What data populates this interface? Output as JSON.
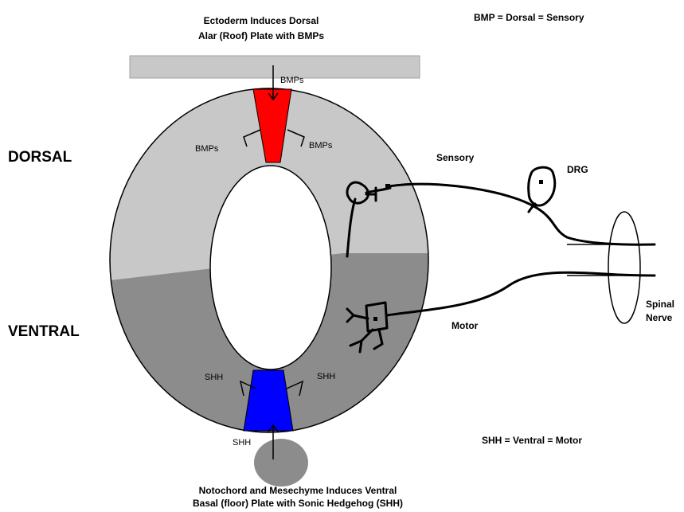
{
  "labels": {
    "top_title_line1": "Ectoderm Induces Dorsal",
    "top_title_line2": "Alar (Roof) Plate with BMPs",
    "bmp_legend": "BMP = Dorsal = Sensory",
    "shh_legend": "SHH = Ventral = Motor",
    "dorsal": "DORSAL",
    "ventral": "VENTRAL",
    "bmps_top": "BMPs",
    "bmps_left": "BMPs",
    "bmps_right": "BMPs",
    "sensory": "Sensory",
    "drg": "DRG",
    "motor": "Motor",
    "spinal_line1": "Spinal",
    "spinal_line2": "Nerve",
    "shh_left": "SHH",
    "shh_right": "SHH",
    "shh_bottom": "SHH",
    "bottom_title_line1": "Notochord and Mesechyme Induces Ventral",
    "bottom_title_line2": "Basal (floor) Plate with Sonic Hedgehog (SHH)"
  },
  "colors": {
    "dorsal_half": "#c8c8c8",
    "ventral_half": "#8c8c8c",
    "roof_plate": "#ff0000",
    "floor_plate": "#0000ff",
    "ectoderm": "#c8c8c8",
    "notochord": "#8c8c8c"
  }
}
